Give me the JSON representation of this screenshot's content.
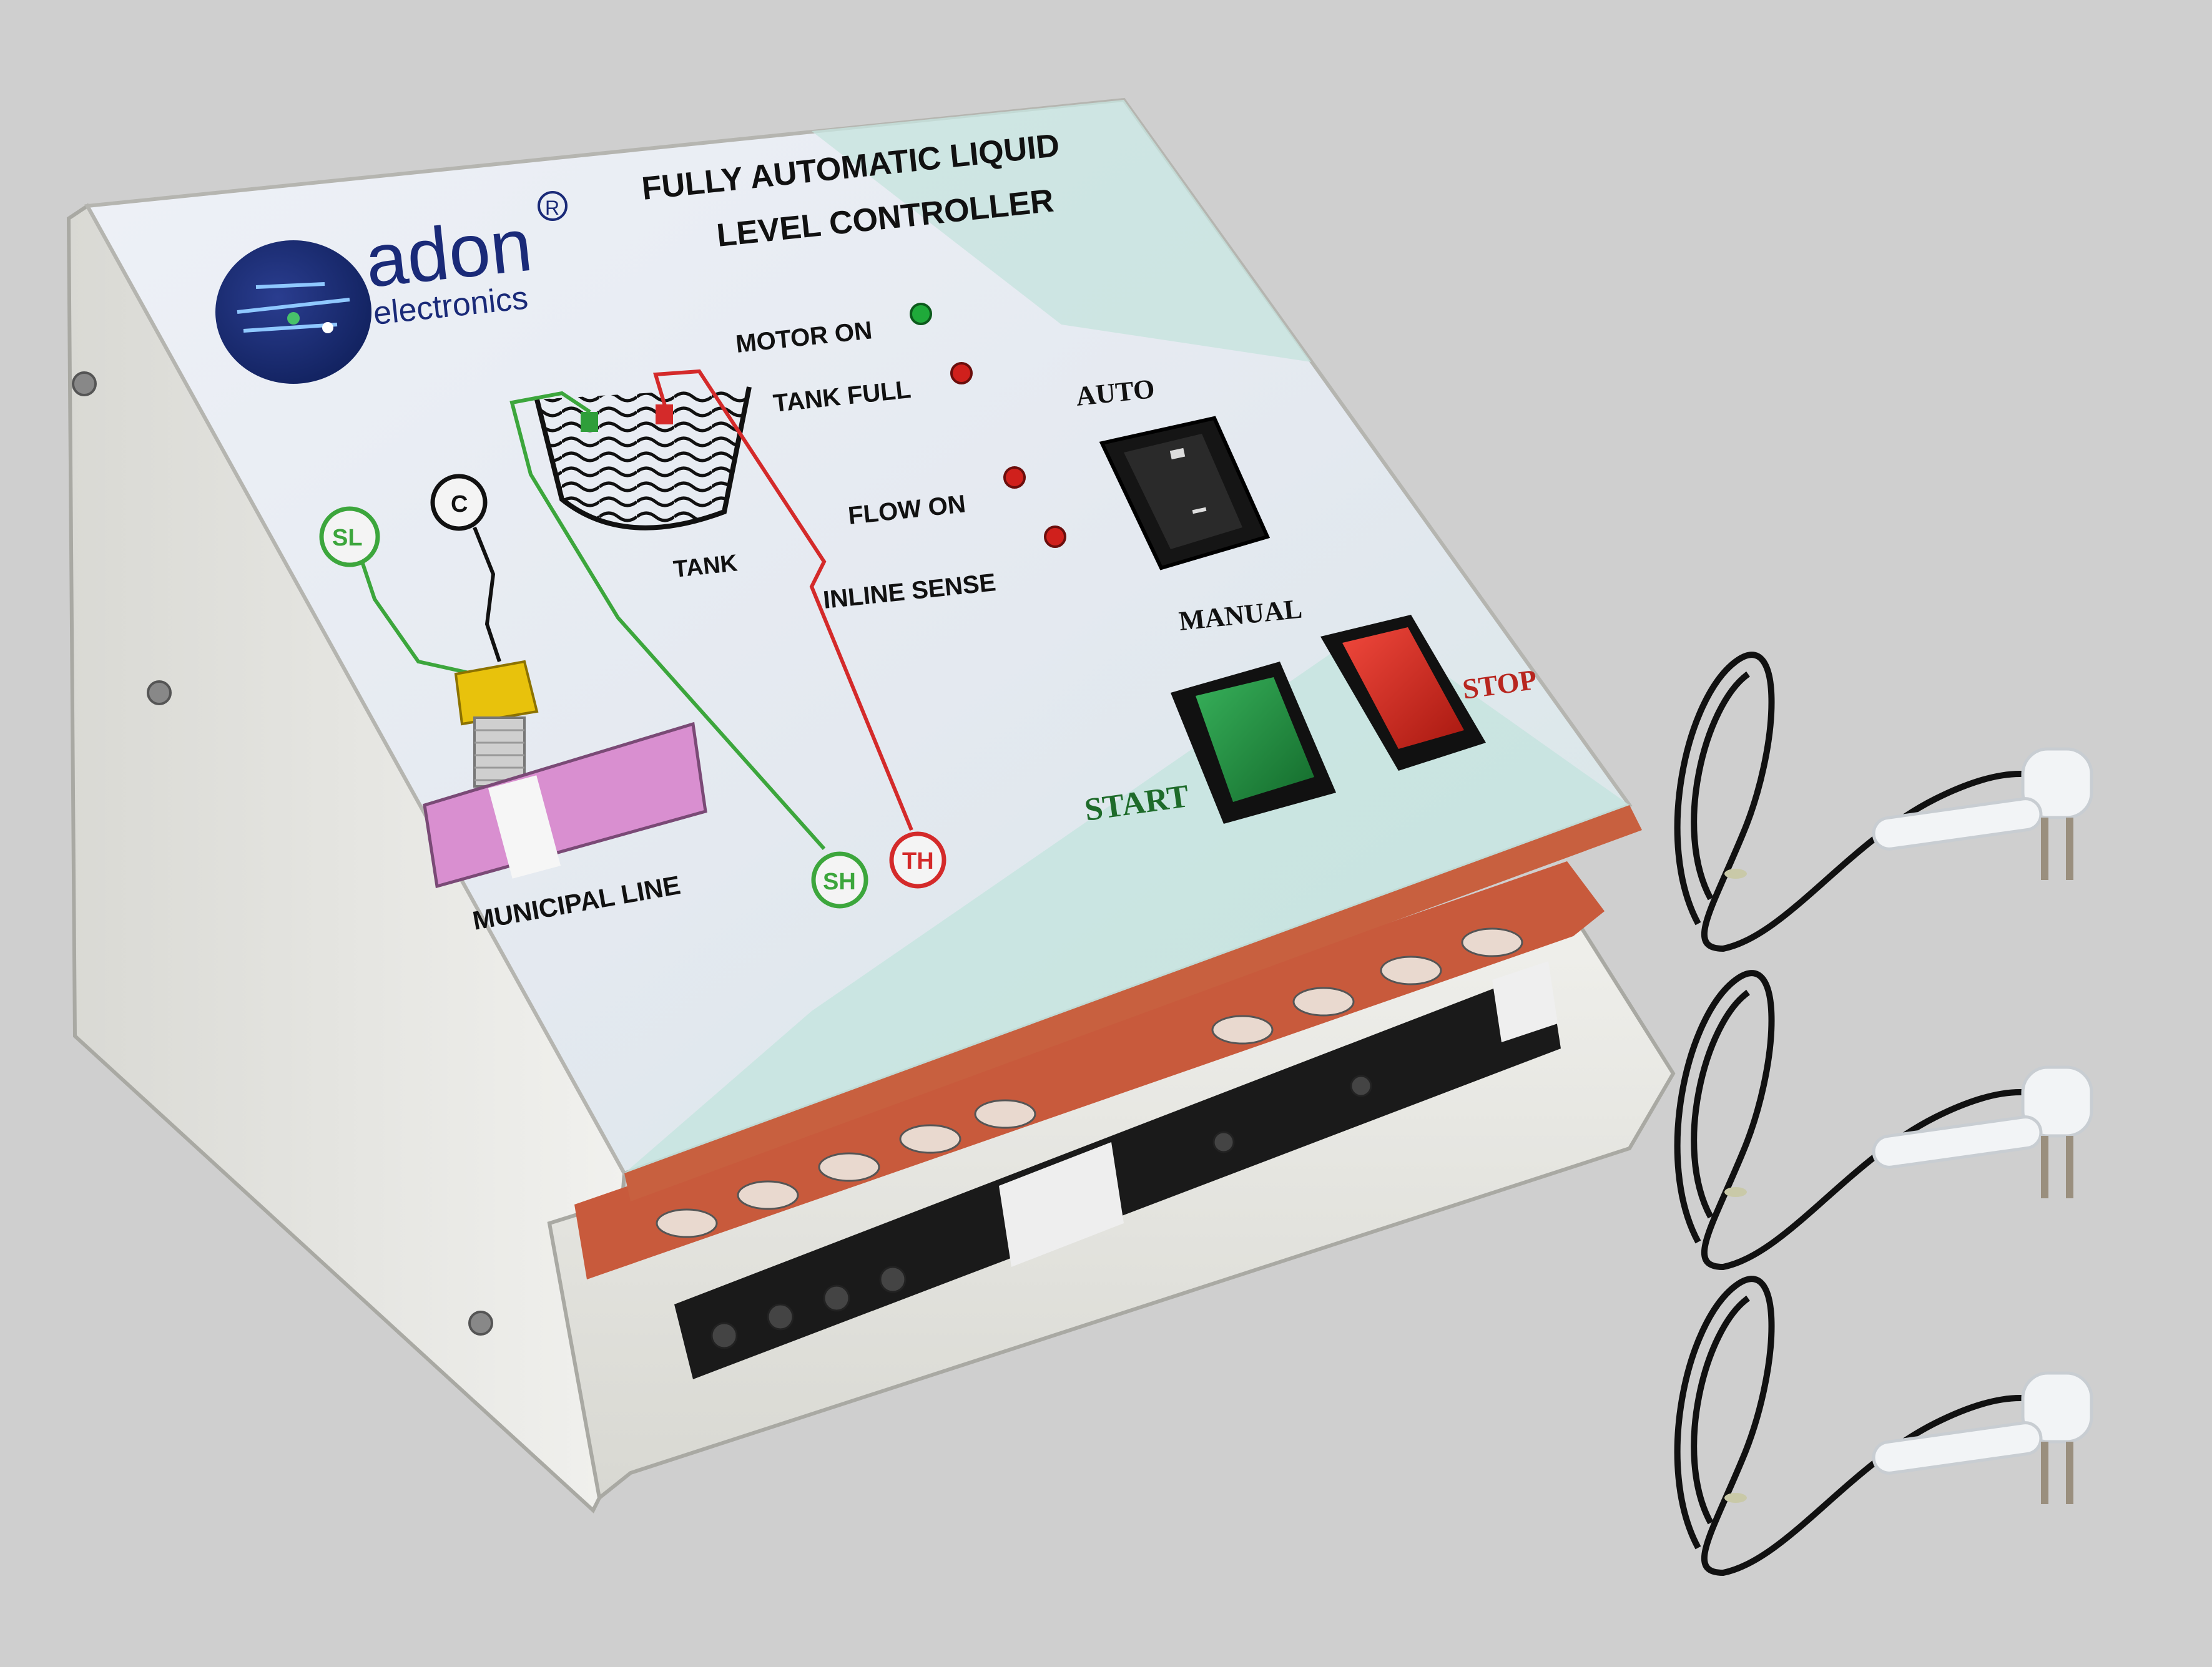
{
  "product": {
    "title_line1": "FULLY AUTOMATIC LIQUID",
    "title_line2": "LEVEL CONTROLLER",
    "brand_name": "adon",
    "brand_sub": "electronics",
    "registered_mark": "R"
  },
  "indicators": {
    "motor_on": "MOTOR ON",
    "tank_full": "TANK FULL",
    "flow_on": "FLOW ON",
    "inline_sense": "INLINE SENSE"
  },
  "switches": {
    "auto": "AUTO",
    "manual": "MANUAL",
    "start": "START",
    "stop": "STOP"
  },
  "diagram": {
    "tank": "TANK",
    "municipal_line": "MUNICIPAL LINE",
    "sl": "SL",
    "c": "C",
    "sh": "SH",
    "th": "TH"
  },
  "colors": {
    "background": "#cfcfcf",
    "panel_face": "#e8ecf2",
    "panel_teal": "#bfe0dc",
    "led_green": "#1faa3a",
    "led_red": "#d0201c",
    "button_green": "#1e8a3a",
    "button_red": "#d62a22",
    "casing": "#e6e6e2",
    "pipe_pink": "#d98fd0",
    "wire_green": "#3ca63c",
    "wire_red": "#d42a2a"
  },
  "accessories": {
    "sensor_probe_count": 3
  }
}
